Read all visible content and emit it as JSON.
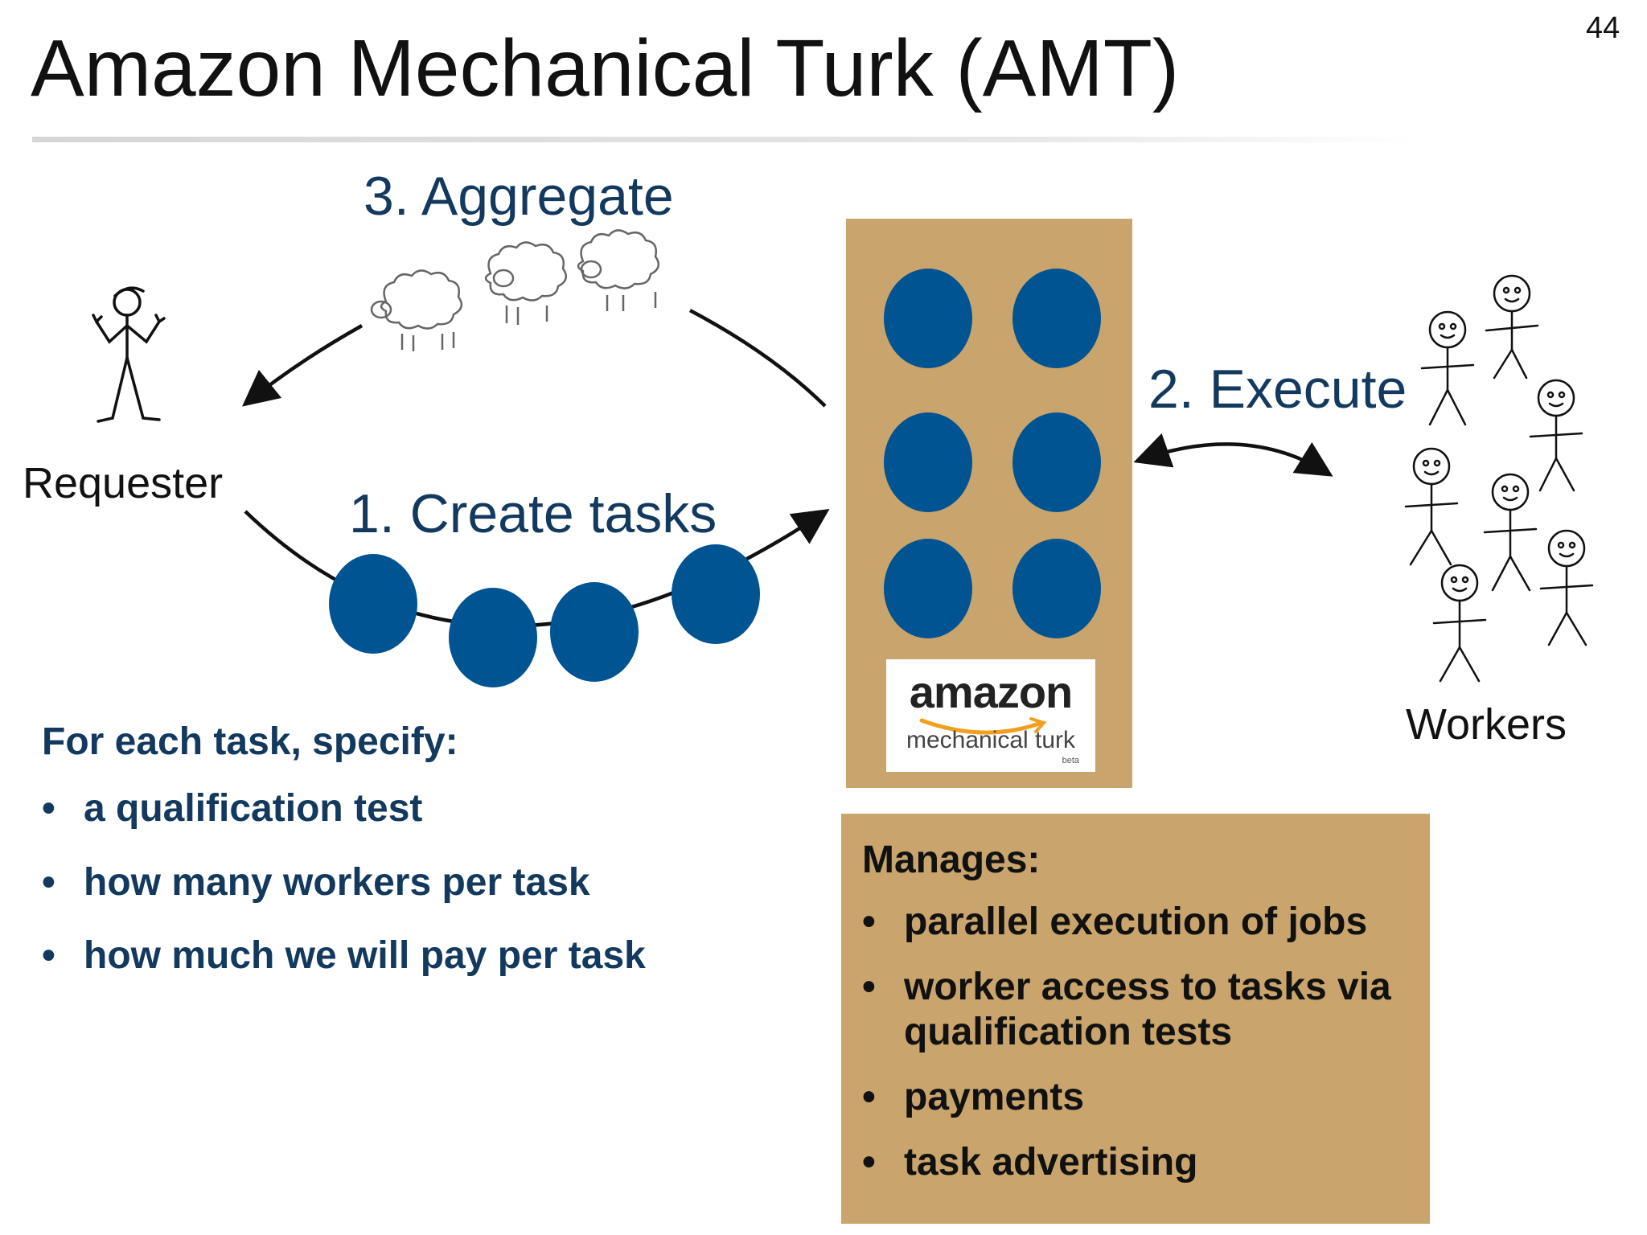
{
  "slide": {
    "title": "Amazon Mechanical Turk (AMT)",
    "page_number": "44"
  },
  "diagram": {
    "step1_label": "1. Create tasks",
    "step2_label": "2. Execute",
    "step3_label": "3. Aggregate",
    "requester_label": "Requester",
    "workers_label": "Workers",
    "task_color": "#005492",
    "panel_color": "#c9a46c",
    "logo": {
      "word": "amazon",
      "sub": "mechanical turk",
      "beta": "beta"
    }
  },
  "specify": {
    "heading": "For each task, specify:",
    "items": [
      "a qualification test",
      "how many workers per task",
      "how much we will pay per task"
    ]
  },
  "manages": {
    "heading": "Manages:",
    "items": [
      "parallel execution of jobs",
      "worker access to tasks via qualification tests",
      "payments",
      "task advertising"
    ]
  },
  "bullet_glyph": "•"
}
